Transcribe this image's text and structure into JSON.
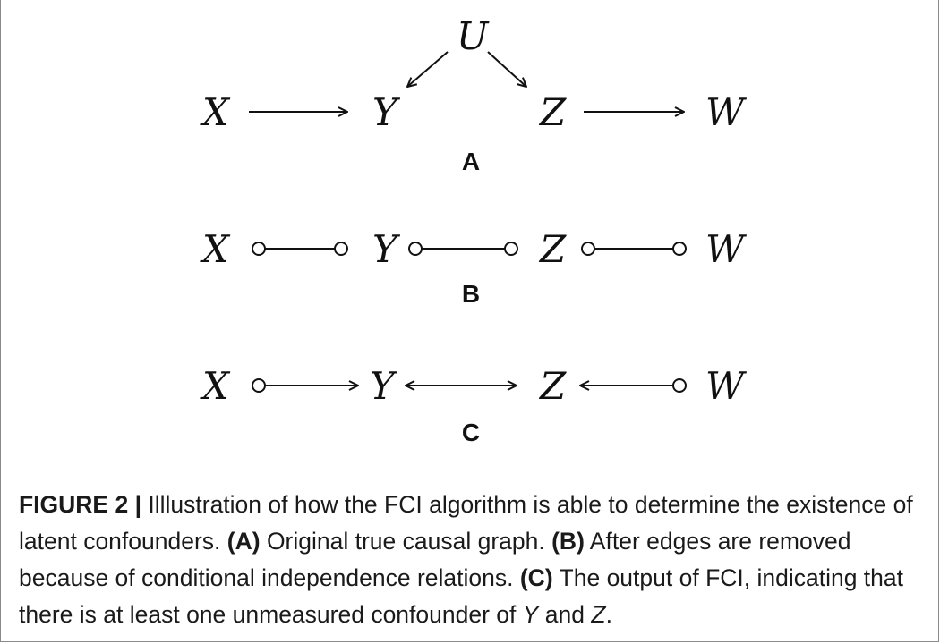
{
  "panels": [
    {
      "label": "A",
      "nodes": [
        "U",
        "X",
        "Y",
        "Z",
        "W"
      ],
      "edges": [
        {
          "from": "X",
          "to": "Y",
          "type": "directed"
        },
        {
          "from": "U",
          "to": "Y",
          "type": "directed"
        },
        {
          "from": "U",
          "to": "Z",
          "type": "directed"
        },
        {
          "from": "Z",
          "to": "W",
          "type": "directed"
        }
      ]
    },
    {
      "label": "B",
      "nodes": [
        "X",
        "Y",
        "Z",
        "W"
      ],
      "edges": [
        {
          "from": "X",
          "to": "Y",
          "type": "circle-circle"
        },
        {
          "from": "Y",
          "to": "Z",
          "type": "circle-circle"
        },
        {
          "from": "Z",
          "to": "W",
          "type": "circle-circle"
        }
      ]
    },
    {
      "label": "C",
      "nodes": [
        "X",
        "Y",
        "Z",
        "W"
      ],
      "edges": [
        {
          "from": "X",
          "to": "Y",
          "type": "circle-arrow"
        },
        {
          "from": "Y",
          "to": "Z",
          "type": "bidirected"
        },
        {
          "from": "W",
          "to": "Z",
          "type": "circle-arrow"
        }
      ]
    }
  ],
  "caption": {
    "figure_label": "FIGURE 2 |",
    "intro": " Illlustration of how the FCI algorithm is able to determine the existence of latent confounders. ",
    "a_label": "(A)",
    "a_text": " Original true causal graph. ",
    "b_label": "(B)",
    "b_text": " After edges are removed because of conditional independence relations. ",
    "c_label": "(C)",
    "c_text": " The output of FCI, indicating that there is at least one unmeasured confounder of ",
    "var_y": "Y",
    "and_text": " and ",
    "var_z": "Z",
    "end_text": "."
  }
}
